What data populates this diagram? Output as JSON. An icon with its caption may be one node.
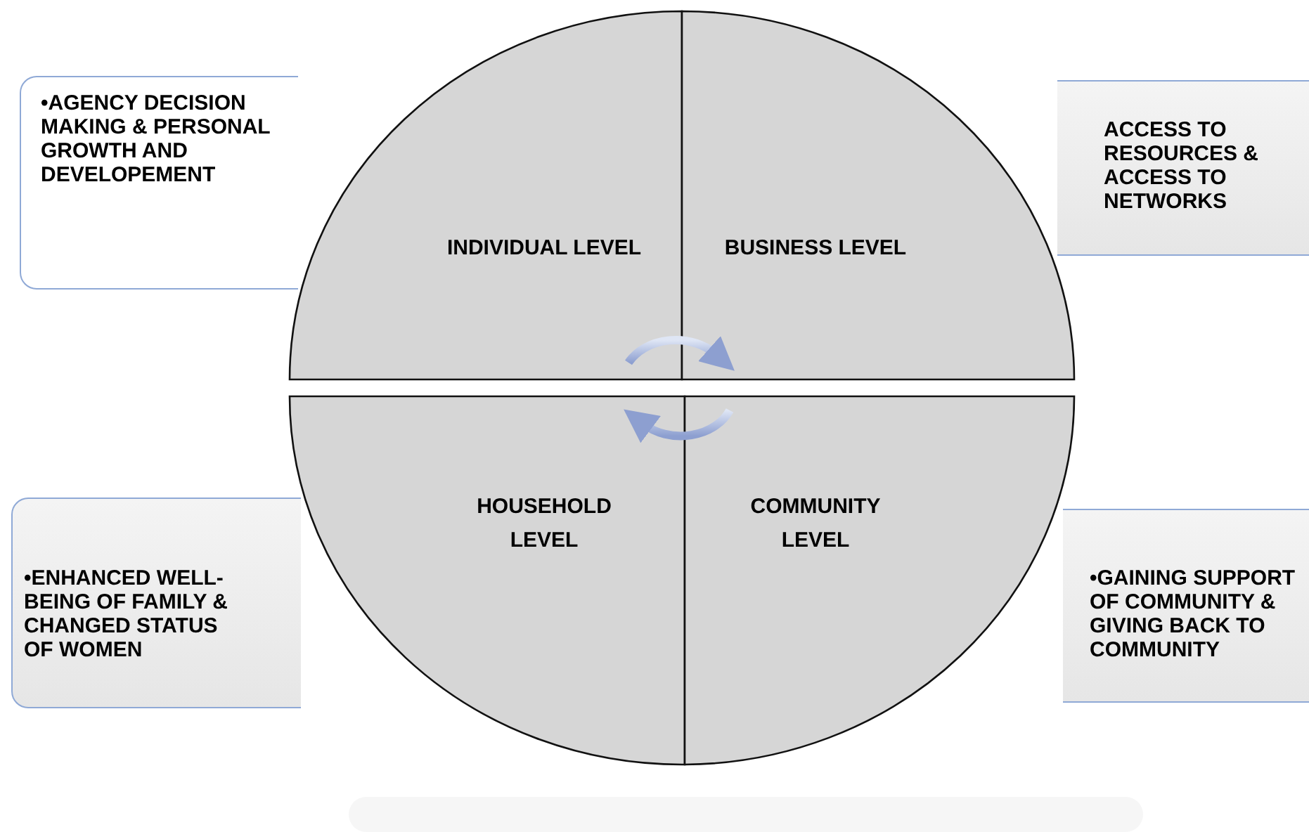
{
  "diagram": {
    "nodes": [
      {
        "text": [
          "•AGENCY DECISION MAKING & PERSONAL GROWTH AND DEVELOPEMENT"
        ]
      },
      {
        "text": [
          "INDIVIDUAL LEVEL"
        ]
      },
      {
        "text": [
          "BUSINESS LEVEL"
        ]
      },
      {
        "text": [
          "ACCESS TO RESOURCES & ACCESS TO NETWORKS"
        ]
      },
      {
        "text": [
          "HOUSEHOLD LEVEL"
        ]
      },
      {
        "text": [
          "COMMUNITY LEVEL"
        ]
      },
      {
        "text": [
          "•ENHANCED WELL-BEING OF FAMILY & CHANGED STATUS OF WOMEN"
        ]
      },
      {
        "text": [
          "•GAINING SUPPORT OF COMMUNITY & GIVING BACK TO COMMUNITY"
        ]
      },
      {
        "text": [],
        "shape": "box"
      }
    ],
    "edges": [
      {
        "from": 1,
        "to": 2,
        "arrow": "to"
      },
      {
        "from": 5,
        "to": 4,
        "arrow": "to"
      }
    ]
  }
}
